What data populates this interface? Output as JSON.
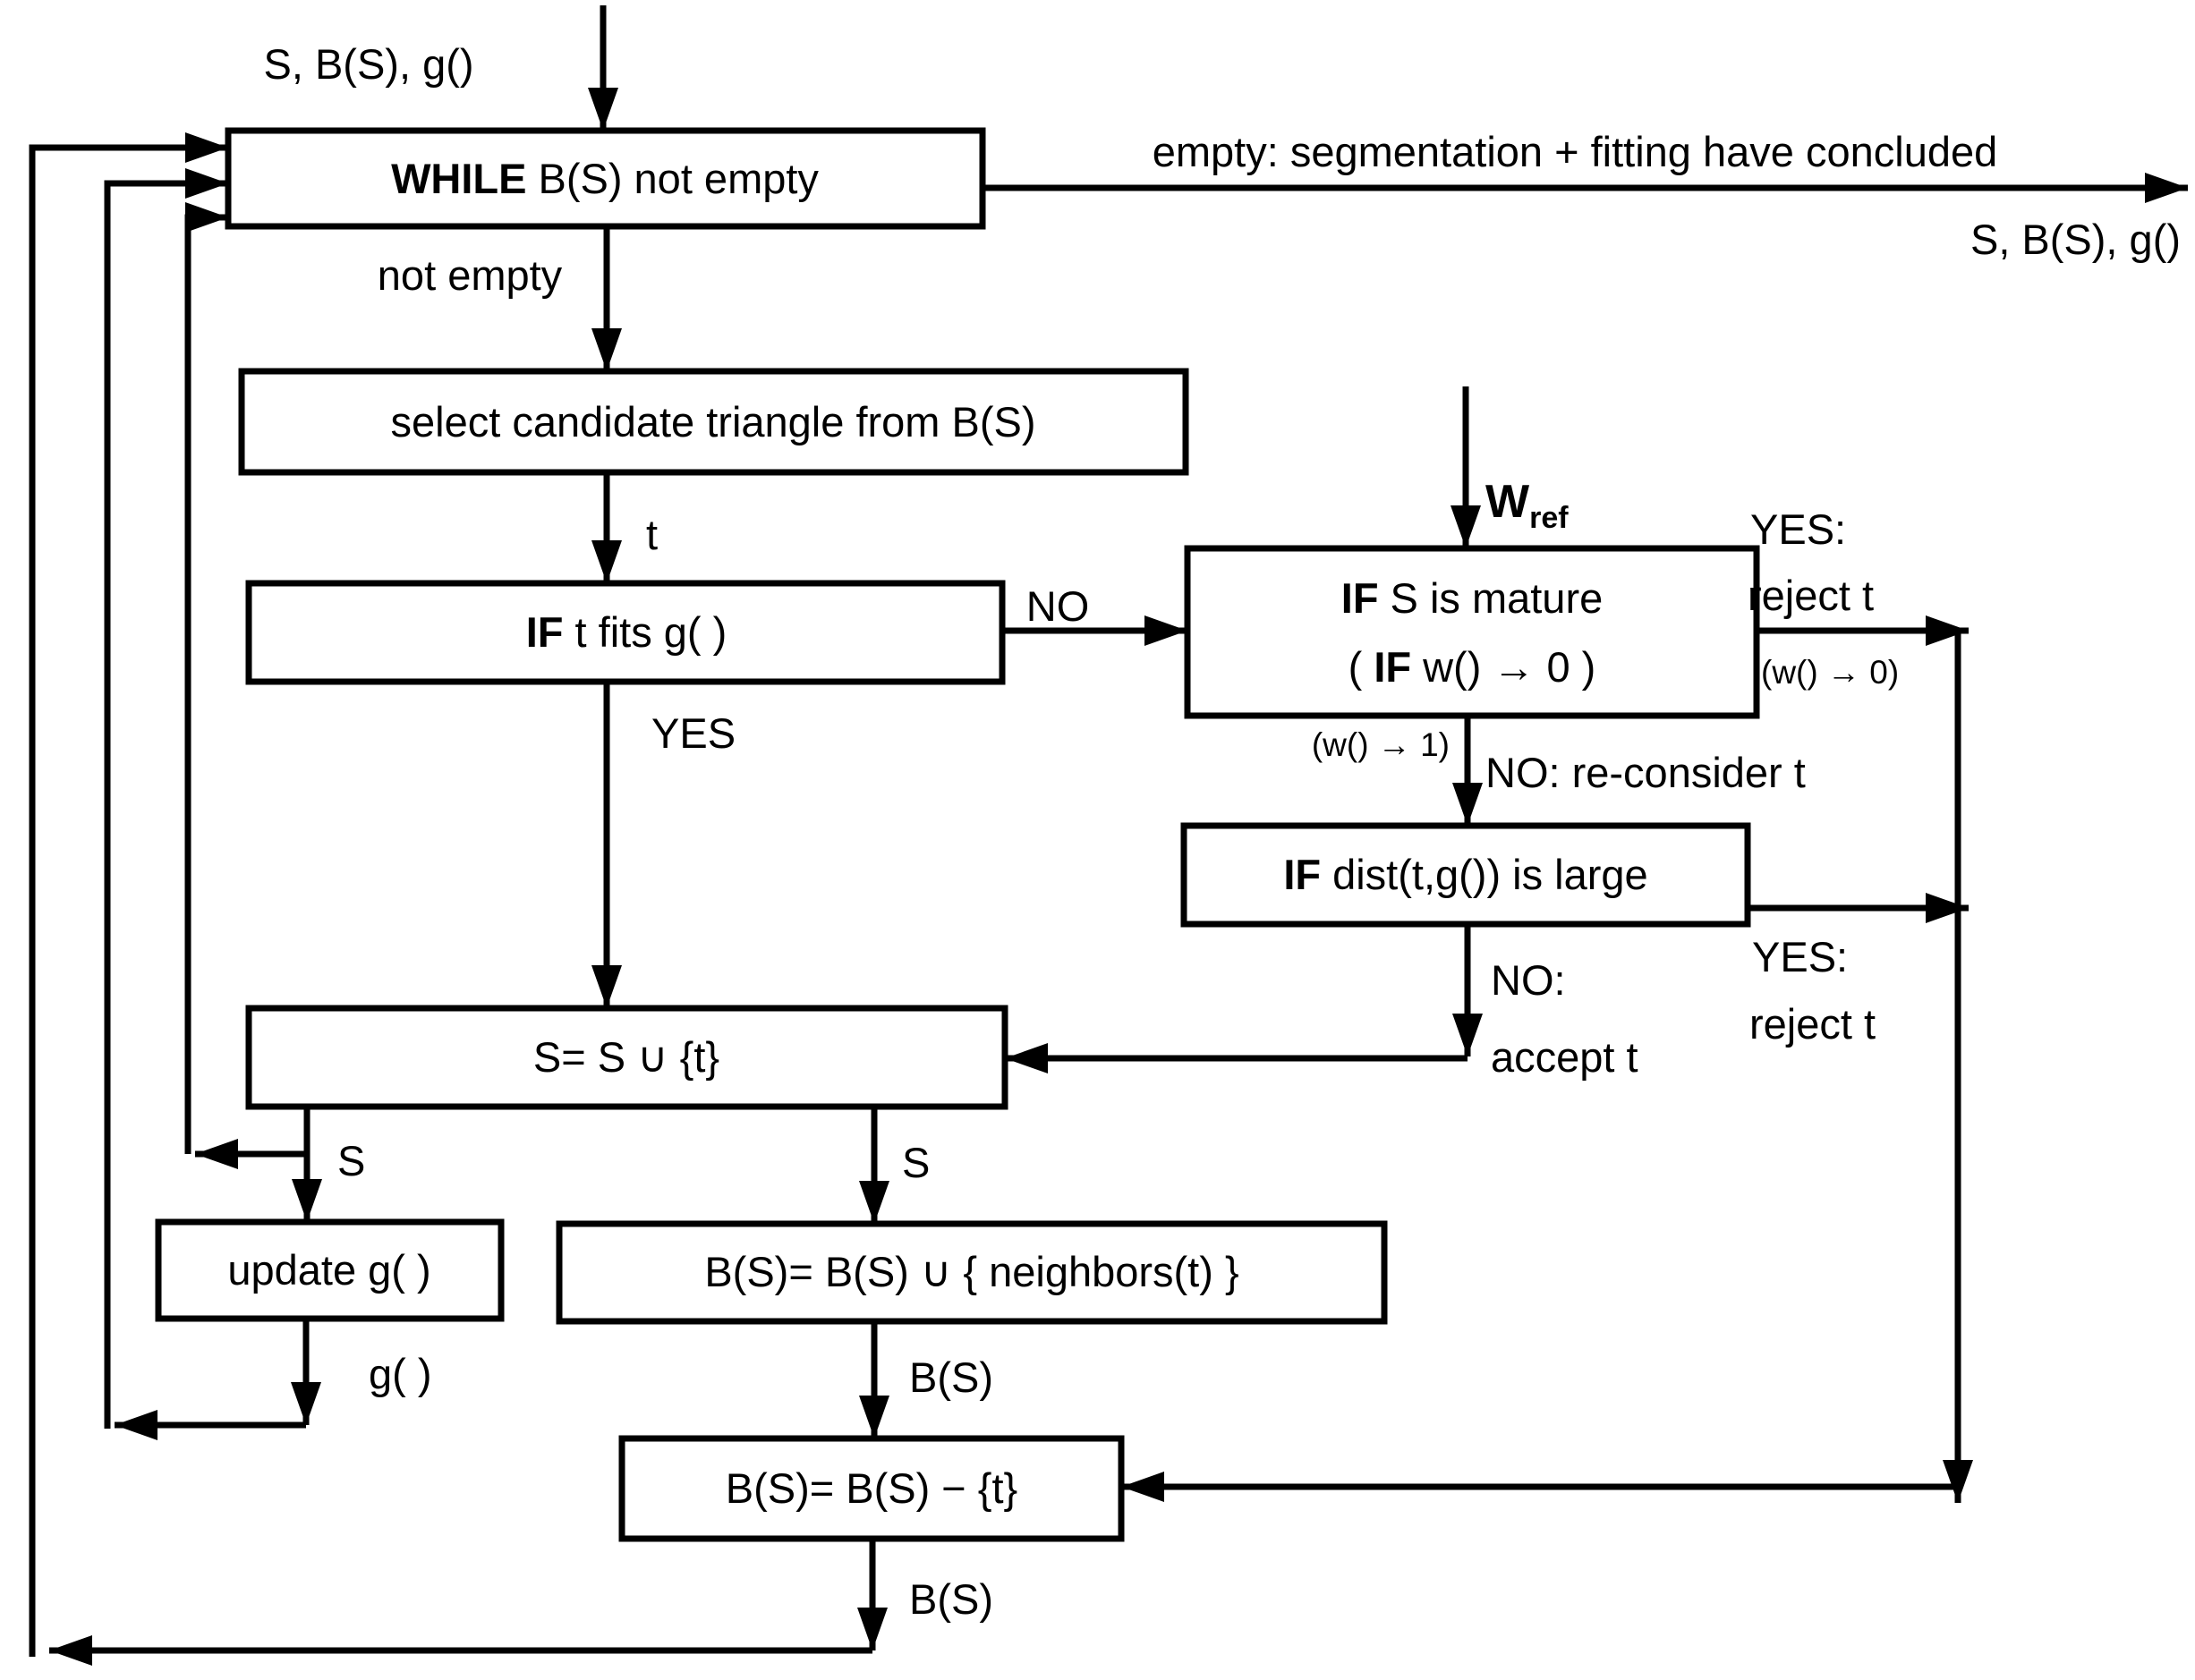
{
  "figure": {
    "type": "flowchart",
    "description": "Region-growing triangle segmentation and surface fitting loop"
  },
  "colors": {
    "ink": "#000000",
    "paper": "#ffffff"
  },
  "boxes": {
    "while": {
      "keyword": "WHILE",
      "rest": "B(S) not empty"
    },
    "select": {
      "text": "select candidate triangle from B(S)"
    },
    "fits": {
      "keyword": "IF",
      "rest": "t fits g( )"
    },
    "mature": {
      "keyword": "IF",
      "rest": "S is mature",
      "line2_open": "(",
      "line2_keyword": "IF",
      "line2_rest": "w() → 0 )"
    },
    "dist": {
      "keyword": "IF",
      "rest": "dist(t,g()) is large"
    },
    "s_union": {
      "text": "S= S ∪ {t}"
    },
    "update_g": {
      "text": "update g( )"
    },
    "neighbors": {
      "text": "B(S)= B(S) ∪ { neighbors(t) }"
    },
    "bs_minus": {
      "text": "B(S)= B(S) − {t}"
    }
  },
  "labels": {
    "top_input": "S, B(S), g()",
    "empty_note": "empty: segmentation + fitting have concluded",
    "exit_output": "S, B(S), g()",
    "not_empty": "not empty",
    "t": "t",
    "fits_no": "NO",
    "fits_yes": "YES",
    "w_main": "W",
    "w_sub": "ref",
    "mature_yes": "YES:",
    "mature_reject": "reject t",
    "mature_w0": "(w() → 0)",
    "mature_w1": "(w() → 1)",
    "mature_no": "NO: re-consider t",
    "dist_yes": "YES:",
    "dist_reject": "reject t",
    "dist_no": "NO:",
    "dist_accept": "accept t",
    "s_left": "S",
    "s_right": "S",
    "g_out": "g( )",
    "bs_after_neighbors": "B(S)",
    "bs_after_minus": "B(S)"
  }
}
